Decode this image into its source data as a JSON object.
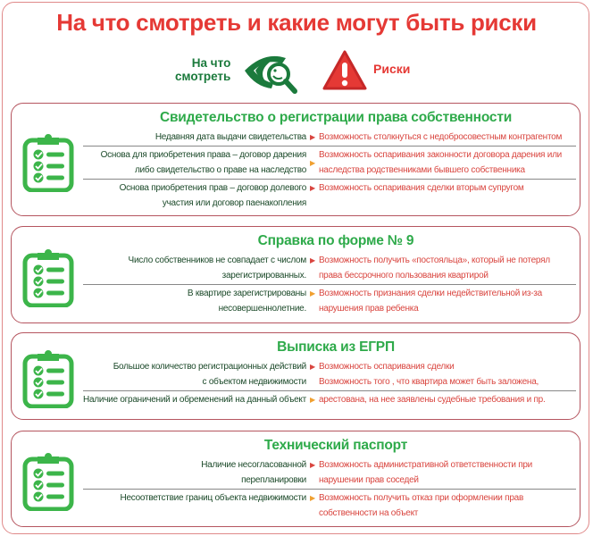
{
  "title": "На что смотреть и какие могут быть риски",
  "legend": {
    "look_line1": "На что",
    "look_line2": "смотреть",
    "look_icon": "eye-magnifier-icon",
    "risk_label": "Риски",
    "risk_icon": "warning-triangle-icon"
  },
  "colors": {
    "title": "#e53935",
    "card_title": "#2eaa4a",
    "left_text": "#1c4a2a",
    "right_text": "#d9453f",
    "arrow_red": "#d9453f",
    "arrow_orange": "#f0a030",
    "border": "#b5555f"
  },
  "cards": [
    {
      "title": "Свидетельство о регистрации права собственности",
      "icon": "clipboard-checklist-icon",
      "rows": [
        {
          "left": [
            "Недавняя дата выдачи свидетельства"
          ],
          "right": [
            "Возможность столкнуться с недобросовестным контрагентом"
          ],
          "arrow": "red"
        },
        {
          "left": [
            "Основа для приобретения права – договор дарения",
            "либо свидетельство о праве на наследство"
          ],
          "right": [
            "Возможность оспаривания законности договора дарения или",
            "наследства родственниками бывшего собственника"
          ],
          "arrow": "orange-mid"
        },
        {
          "left": [
            "Основа приобретения прав – договор долевого",
            "участия или договор паенакопления"
          ],
          "right": [
            "Возможность оспаривания сделки вторым супругом"
          ],
          "arrow": "red"
        }
      ]
    },
    {
      "title": "Справка по форме № 9",
      "icon": "clipboard-checklist-icon",
      "rows": [
        {
          "left": [
            "Число собственников не совпадает с числом",
            "зарегистрированных."
          ],
          "right": [
            "Возможность получить «постояльца», который не потерял",
            "права бессрочного пользования квартирой"
          ],
          "arrow": "red"
        },
        {
          "left": [
            "В квартире зарегистрированы",
            "несовершеннолетние."
          ],
          "right": [
            "Возможность признания сделки недействительной из-за",
            "нарушения прав ребенка"
          ],
          "arrow": "orange"
        }
      ]
    },
    {
      "title": "Выписка из ЕГРП",
      "icon": "clipboard-checklist-icon",
      "rows": [
        {
          "left": [
            "Большое количество регистрационных действий",
            "с объектом недвижимости"
          ],
          "right": [
            "Возможность оспаривания сделки",
            "Возможность того , что квартира может быть заложена,"
          ],
          "arrow": "red"
        },
        {
          "left": [
            "Наличие ограничений и обременений на данный объект"
          ],
          "right": [
            "арестована, на нее заявлены судебные требования и пр."
          ],
          "arrow": "orange"
        }
      ]
    },
    {
      "title": "Технический паспорт",
      "icon": "clipboard-checklist-icon",
      "rows": [
        {
          "left": [
            "Наличие несогласованной",
            "перепланировки"
          ],
          "right": [
            "Возможность административной ответственности при",
            "нарушении прав соседей"
          ],
          "arrow": "red"
        },
        {
          "left": [
            "Несоответствие границ объекта недвижимости"
          ],
          "right": [
            "Возможность получить отказ при оформлении прав",
            "собственности на объект"
          ],
          "arrow": "orange"
        }
      ]
    }
  ]
}
